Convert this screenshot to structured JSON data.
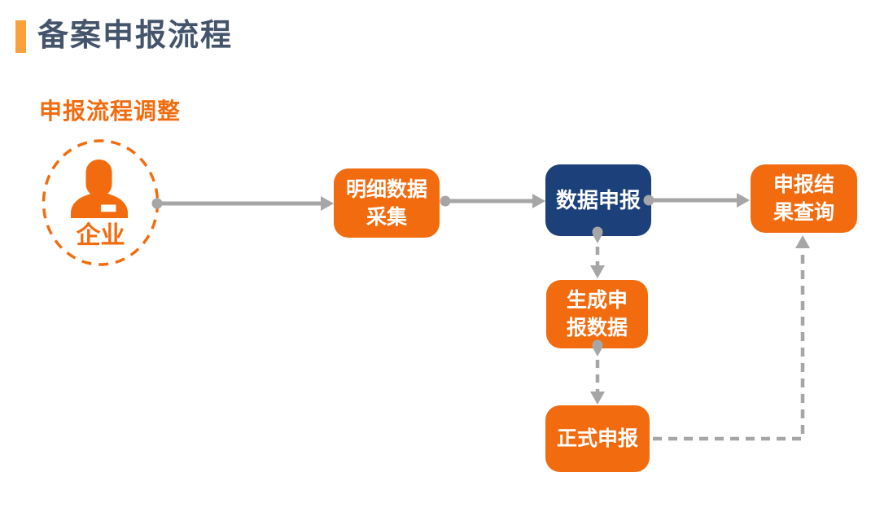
{
  "page": {
    "title": "备案申报流程",
    "subtitle": "申报流程调整"
  },
  "colors": {
    "accent_orange": "#F26C0F",
    "accent_bar_orange": "#F9A13B",
    "navy": "#1C4079",
    "title_text": "#44546A",
    "connector_gray": "#A6A6A6",
    "background": "#FFFFFF",
    "node_text": "#FFFFFF"
  },
  "flow": {
    "actor": {
      "label": "企业",
      "icon": "enterprise-person-icon",
      "shape": "dashed-orange-circle"
    },
    "nodes": [
      {
        "id": "detail-data-collection",
        "label": "明细数据采集",
        "line1": "明细数据",
        "line2": "采集",
        "style": "orange"
      },
      {
        "id": "data-declaration",
        "label": "数据申报",
        "line1": "数据申报",
        "line2": "",
        "style": "navy"
      },
      {
        "id": "declaration-result-query",
        "label": "申报结果查询",
        "line1": "申报结",
        "line2": "果查询",
        "style": "orange"
      },
      {
        "id": "generate-declaration-data",
        "label": "生成申报数据",
        "line1": "生成申",
        "line2": "报数据",
        "style": "orange"
      },
      {
        "id": "formal-declaration",
        "label": "正式申报",
        "line1": "正式申报",
        "line2": "",
        "style": "orange"
      }
    ],
    "edges": [
      {
        "from": "企业",
        "to": "明细数据采集",
        "style": "solid"
      },
      {
        "from": "明细数据采集",
        "to": "数据申报",
        "style": "solid"
      },
      {
        "from": "数据申报",
        "to": "申报结果查询",
        "style": "solid"
      },
      {
        "from": "数据申报",
        "to": "生成申报数据",
        "style": "dashed"
      },
      {
        "from": "生成申报数据",
        "to": "正式申报",
        "style": "dashed"
      },
      {
        "from": "正式申报",
        "to": "申报结果查询",
        "style": "dashed"
      }
    ]
  }
}
